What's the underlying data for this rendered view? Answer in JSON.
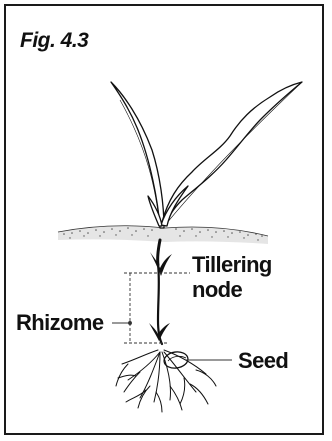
{
  "figure": {
    "label": "Fig. 4.3"
  },
  "labels": {
    "tillering_node_line1": "Tillering",
    "tillering_node_line2": "node",
    "rhizome": "Rhizome",
    "seed": "Seed"
  }
}
